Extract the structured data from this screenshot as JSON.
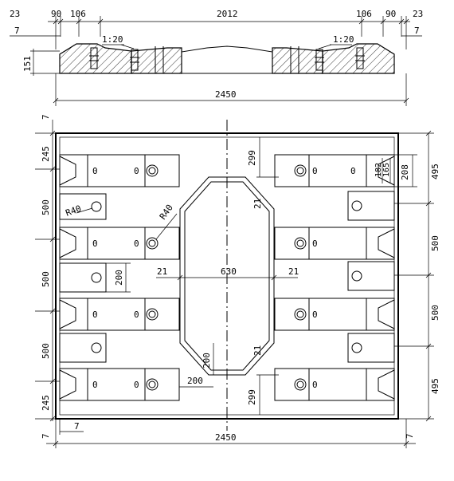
{
  "title": "",
  "section_view": {
    "top_dims": [
      "23",
      "90",
      "106",
      "2012",
      "106",
      "90",
      "23"
    ],
    "offset_left": "7",
    "offset_right": "7",
    "slope_left": "1:20",
    "slope_right": "1:20",
    "height": "151",
    "width": "2450"
  },
  "plan_view": {
    "top_offset": "7",
    "left_dims": [
      "245",
      "500",
      "500",
      "500",
      "245"
    ],
    "right_dims": [
      "208",
      "495",
      "500",
      "500",
      "495"
    ],
    "right_small_dims": [
      "182",
      "165"
    ],
    "center_top_dim": "299",
    "center_bottom_dim": "299",
    "chamfer_top": "21",
    "chamfer_bottom": "21",
    "opening_width": "630",
    "opening_side_left": "21",
    "opening_side_right": "21",
    "pad_dim_200_a": "200",
    "pad_dim_200_b": "200",
    "pad_dim_200_c": "200",
    "radius_left": "R40",
    "radius_center": "R40",
    "width": "2450",
    "bottom_left_small": "7",
    "bottom_offset_left": "7",
    "bottom_offset_right": "7"
  },
  "plate_labels": {
    "slot_o": "0"
  }
}
